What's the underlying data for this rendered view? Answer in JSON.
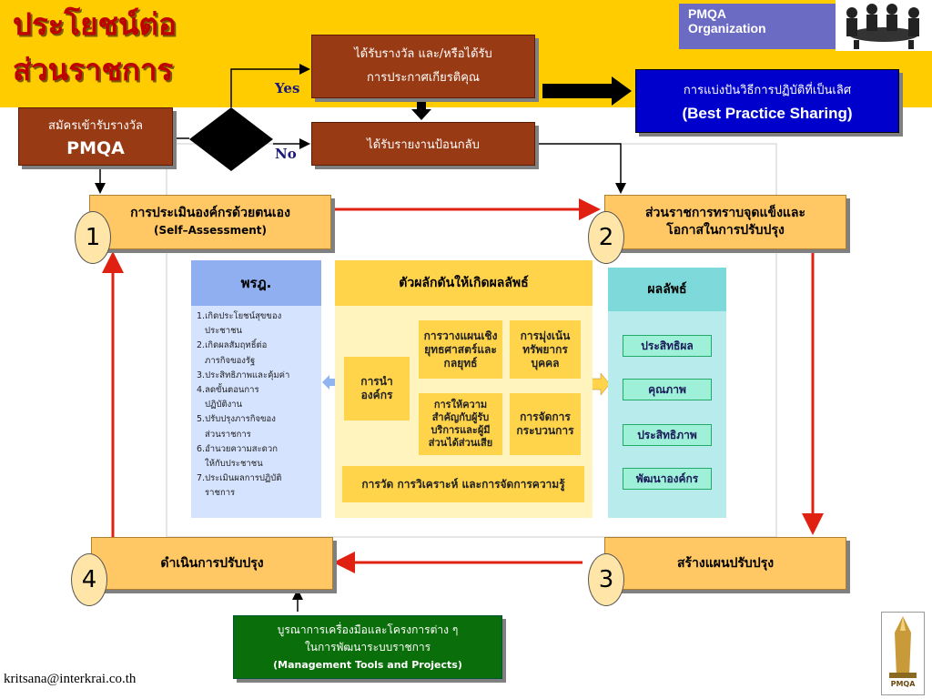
{
  "header": {
    "title_line1": "ประโยชน์ต่อ",
    "title_line2": "ส่วนราชการ",
    "org_line1": "PMQA",
    "org_line2": "Organization"
  },
  "flow": {
    "apply_line1": "สมัครเข้ารับรางวัล",
    "apply_line2": "PMQA",
    "award_line1": "ได้รับรางวัล และ/หรือได้รับ",
    "award_line2": "การประกาศเกียรติคุณ",
    "feedback": "ได้รับรายงานป้อนกลับ",
    "yes": "Yes",
    "no": "No",
    "best_line1": "การแบ่งปันวิธีการปฏิบัติที่เป็นเลิศ",
    "best_line2": "(Best Practice Sharing)"
  },
  "cycle": {
    "step1_line1": "การประเมินองค์กรด้วยตนเอง",
    "step1_line2": "(Self–Assessment)",
    "step2_line1": "ส่วนราชการทราบจุดแข็งและ",
    "step2_line2": "โอกาสในการปรับปรุง",
    "step3": "สร้างแผนปรับปรุง",
    "step4": "ดำเนินการปรับปรุง",
    "num1": "1",
    "num2": "2",
    "num3": "3",
    "num4": "4"
  },
  "framework": {
    "vision_title": "พรฎ.",
    "vision_items": [
      "1.เกิดประโยชน์สุขของ",
      "   ประชาชน",
      "2.เกิดผลสัมฤทธิ์ต่อ",
      "   ภารกิจของรัฐ",
      "3.ประสิทธิภาพและคุ้มค่า",
      "4.ลดขั้นตอนการ",
      "   ปฏิบัติงาน",
      "5.ปรับปรุงภารกิจของ",
      "   ส่วนราชการ",
      "6.อำนวยความสะดวก",
      "   ให้กับประชาชน",
      "7.ประเมินผลการปฏิบัติ",
      "   ราชการ"
    ],
    "drivers_title": "ตัวผลักดันให้เกิดผลลัพธ์",
    "leadership": "การนำองค์กร",
    "strategy": "การวางแผนเชิงยุทธศาสตร์และกลยุทธ์",
    "hr": "การมุ่งเน้นทรัพยากรบุคคล",
    "customer": "การให้ความสำคัญกับผู้รับบริการและผู้มีส่วนได้ส่วนเสีย",
    "process": "การจัดการกระบวนการ",
    "measurement": "การวัด การวิเคราะห์ และการจัดการความรู้",
    "results_title": "ผลลัพธ์",
    "results_items": [
      "ประสิทธิผล",
      "คุณภาพ",
      "ประสิทธิภาพ",
      "พัฒนาองค์กร"
    ]
  },
  "tools": {
    "line1": "บูรณาการเครื่องมือและโครงการต่าง ๆ",
    "line2": "ในการพัฒนาระบบราชการ",
    "line3": "(Management Tools and Projects)"
  },
  "footer": {
    "email": "kritsana@interkrai.co.th",
    "logo_text": "PMQA"
  }
}
